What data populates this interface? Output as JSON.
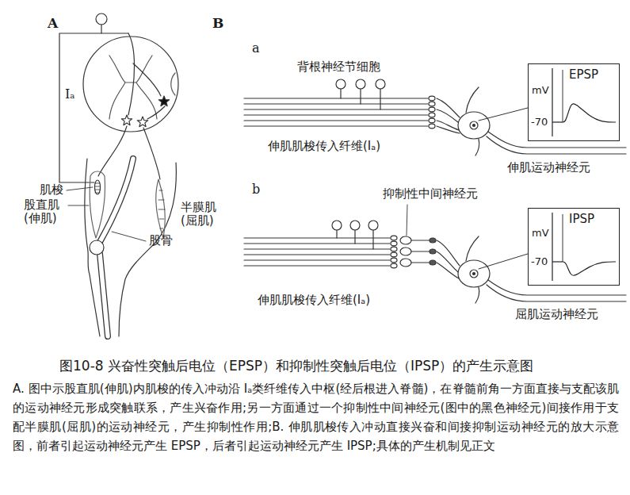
{
  "diagram": {
    "title": "图10-8 兴奋性突触后电位（EPSP）和抑制性突触后电位（IPSP）的产生示意图",
    "caption": "A. 图中示股直肌(伸肌)内肌梭的传入冲动沿 Iₐ类纤维传入中枢(经后根进入脊髓)，在脊髓前角一方面直接与支配该肌的运动神经元形成突触联系，产生兴奋作用;另一方面通过一个抑制性中间神经元(图中的黑色神经元)间接作用于支配半膜肌(屈肌)的运动神经元，产生抑制性作用;B. 伸肌肌梭传入冲动直接兴奋和间接抑制运动神经元的放大示意图，前者引起运动神经元产生 EPSP，后者引起运动神经元产生 IPSP;具体的产生机制见正文",
    "nodes": [
      {
        "text": [
          "EPSP",
          "mV",
          "-70"
        ]
      },
      {
        "text": [
          "IPSP",
          "mV",
          "-70"
        ]
      }
    ],
    "labels": [
      "A",
      "Iₐ",
      "肌梭",
      "股直肌 (伸肌)",
      "半膜肌 (屈肌)",
      "股骨",
      "B",
      "a",
      "背根神经节细胞",
      "伸肌肌梭传入纤维(Iₐ)",
      "伸肌运动神经元",
      "b",
      "抑制性中间神经元",
      "伸肌肌梭传入纤维(Iₐ)",
      "屈肌运动神经元"
    ]
  }
}
